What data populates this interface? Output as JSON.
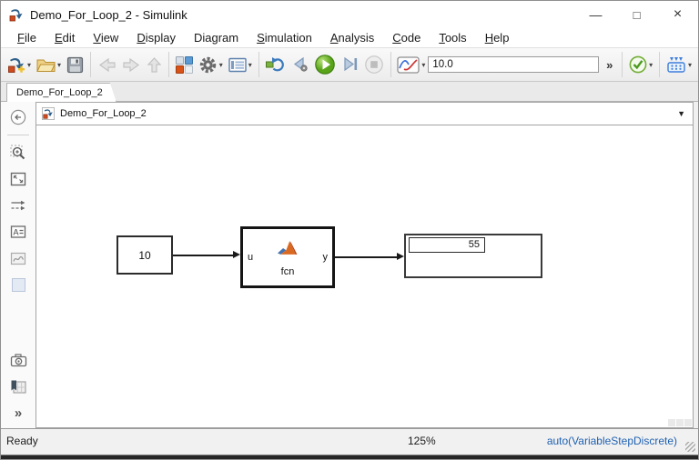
{
  "window": {
    "title": "Demo_For_Loop_2 - Simulink"
  },
  "glyphs": {
    "minimize": "—",
    "maximize": "□",
    "close": "×",
    "dropdown": "▾",
    "caret": "▼",
    "overflow": "»",
    "chevrons": "»"
  },
  "menu": {
    "items": [
      {
        "pre": "",
        "key": "F",
        "post": "ile"
      },
      {
        "pre": "",
        "key": "E",
        "post": "dit"
      },
      {
        "pre": "",
        "key": "V",
        "post": "iew"
      },
      {
        "pre": "",
        "key": "D",
        "post": "isplay"
      },
      {
        "pre": "Dia",
        "key": "g",
        "post": "ram"
      },
      {
        "pre": "",
        "key": "S",
        "post": "imulation"
      },
      {
        "pre": "",
        "key": "A",
        "post": "nalysis"
      },
      {
        "pre": "",
        "key": "C",
        "post": "ode"
      },
      {
        "pre": "",
        "key": "T",
        "post": "ools"
      },
      {
        "pre": "",
        "key": "H",
        "post": "elp"
      }
    ]
  },
  "toolbar": {
    "stop_time": "10.0"
  },
  "tabs": {
    "active": "Demo_For_Loop_2"
  },
  "breadcrumb": {
    "model": "Demo_For_Loop_2"
  },
  "canvas": {
    "constant_value": "10",
    "function_block": {
      "input": "u",
      "output": "y",
      "label": "fcn"
    },
    "display_value": "55"
  },
  "statusbar": {
    "left": "Ready",
    "zoom": "125%",
    "solver": "auto(VariableStepDiscrete)"
  },
  "colors": {
    "run_green": "#5aa51c",
    "matlab_orange": "#d96920",
    "matlab_blue": "#4472b0",
    "simulink_blue": "#2e5f8a",
    "simulink_red": "#cf4a1f",
    "solver_text": "#2062b2"
  }
}
